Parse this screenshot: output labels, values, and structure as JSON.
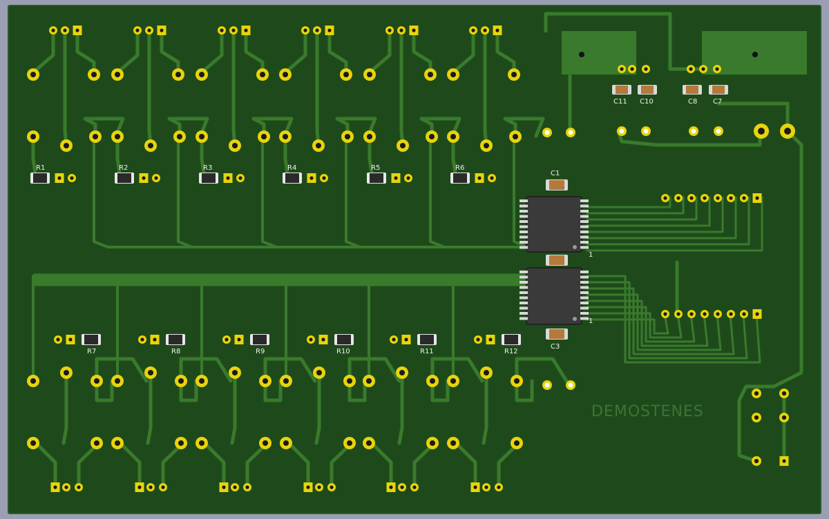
{
  "board": {
    "brand_text": "DEMOSTENES",
    "colors": {
      "outside": "#9b9fb3",
      "board": "#1e4a1b",
      "copper": "#3a7a2c",
      "pad": "#e8d40a",
      "silk": "#f2f2f2",
      "chip": "#3a3a3a"
    }
  },
  "designators": {
    "resistors_top": [
      "R1",
      "R2",
      "R3",
      "R4",
      "R5",
      "R6"
    ],
    "resistors_bottom": [
      "R7",
      "R8",
      "R9",
      "R10",
      "R11",
      "R12"
    ],
    "capacitors_top": [
      "C11",
      "C10",
      "C8",
      "C7"
    ],
    "c1": "C1",
    "c3": "C3",
    "pin1_ic1": "1",
    "pin1_ic2": "1"
  }
}
